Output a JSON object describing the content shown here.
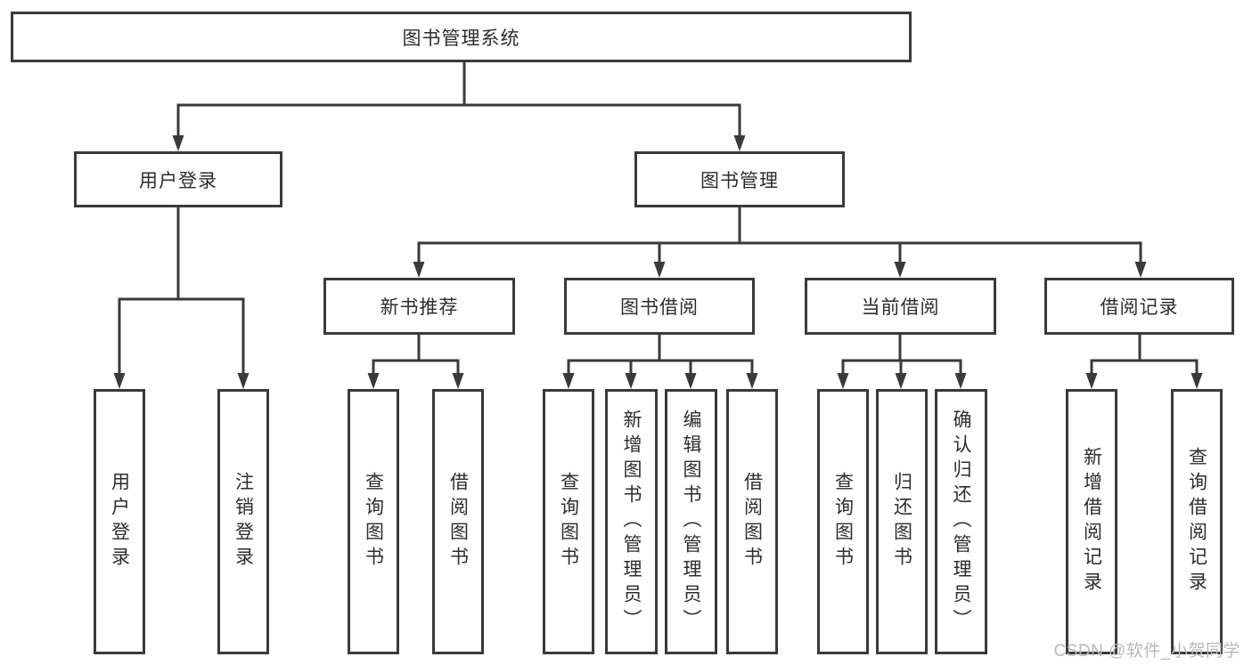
{
  "tree": {
    "label": "图书管理系统",
    "children": [
      {
        "label": "用户登录",
        "children": [
          {
            "label": "用户登录"
          },
          {
            "label": "注销登录"
          }
        ]
      },
      {
        "label": "图书管理",
        "children": [
          {
            "label": "新书推荐",
            "children": [
              {
                "label": "查询图书"
              },
              {
                "label": "借阅图书"
              }
            ]
          },
          {
            "label": "图书借阅",
            "children": [
              {
                "label": "查询图书"
              },
              {
                "label": "新增图书（管理员）"
              },
              {
                "label": "编辑图书（管理员）"
              },
              {
                "label": "借阅图书"
              }
            ]
          },
          {
            "label": "当前借阅",
            "children": [
              {
                "label": "查询图书"
              },
              {
                "label": "归还图书"
              },
              {
                "label": "确认归还（管理员）"
              }
            ]
          },
          {
            "label": "借阅记录",
            "children": [
              {
                "label": "新增借阅记录"
              },
              {
                "label": "查询借阅记录"
              }
            ]
          }
        ]
      }
    ]
  },
  "watermark": "CSDN @软件_小贺同学",
  "colors": {
    "line": "#3a3a3a",
    "box_border": "#3a3a3a",
    "text": "#2d2d2d",
    "watermark": "#b9b9b9",
    "background": "#ffffff"
  }
}
